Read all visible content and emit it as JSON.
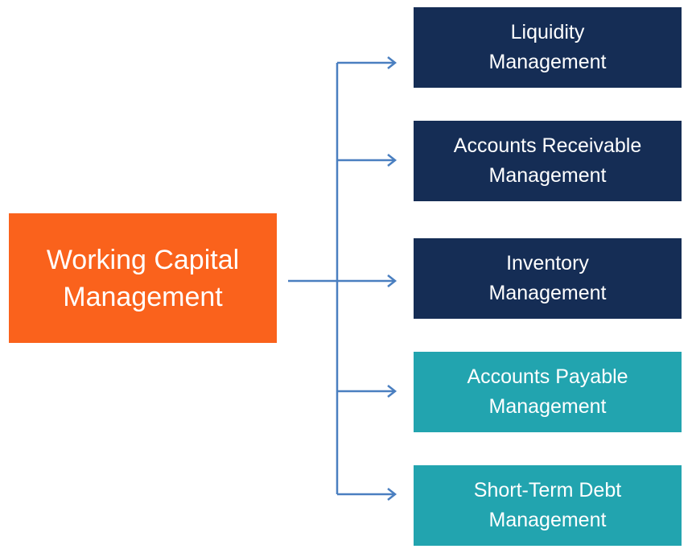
{
  "root": {
    "label": "Working Capital\nManagement",
    "color": "#FA621C"
  },
  "children": [
    {
      "label": "Liquidity\nManagement",
      "color": "#152D55"
    },
    {
      "label": "Accounts Receivable\nManagement",
      "color": "#152D55"
    },
    {
      "label": "Inventory\nManagement",
      "color": "#152D55"
    },
    {
      "label": "Accounts Payable\nManagement",
      "color": "#22A4AF"
    },
    {
      "label": "Short-Term Debt\nManagement",
      "color": "#22A4AF"
    }
  ],
  "connector_color": "#4A7FC0"
}
